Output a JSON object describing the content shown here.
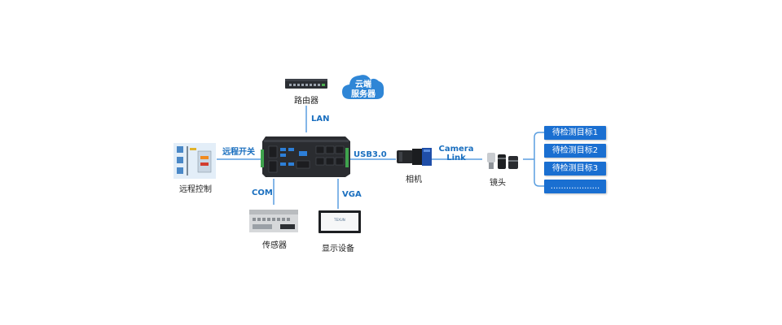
{
  "devices": {
    "router": "路由器",
    "cloud_line1": "云端",
    "cloud_line2": "服务器",
    "remote_control": "远程控制",
    "sensor": "传感器",
    "display": "显示设备",
    "camera": "相机",
    "lens": "镜头",
    "display_brand": "TEXUN"
  },
  "links": {
    "lan": "LAN",
    "remote_switch": "远程开关",
    "usb": "USB3.0",
    "com": "COM",
    "vga": "VGA",
    "camera_link_line1": "Camera",
    "camera_link_line2": "Link"
  },
  "targets": [
    "待检测目标1",
    "待检测目标2",
    "待检测目标3",
    "..................."
  ],
  "colors": {
    "accent": "#1a6fd1",
    "link_text": "#1a6fbf",
    "connector": "#5a9ee0"
  }
}
